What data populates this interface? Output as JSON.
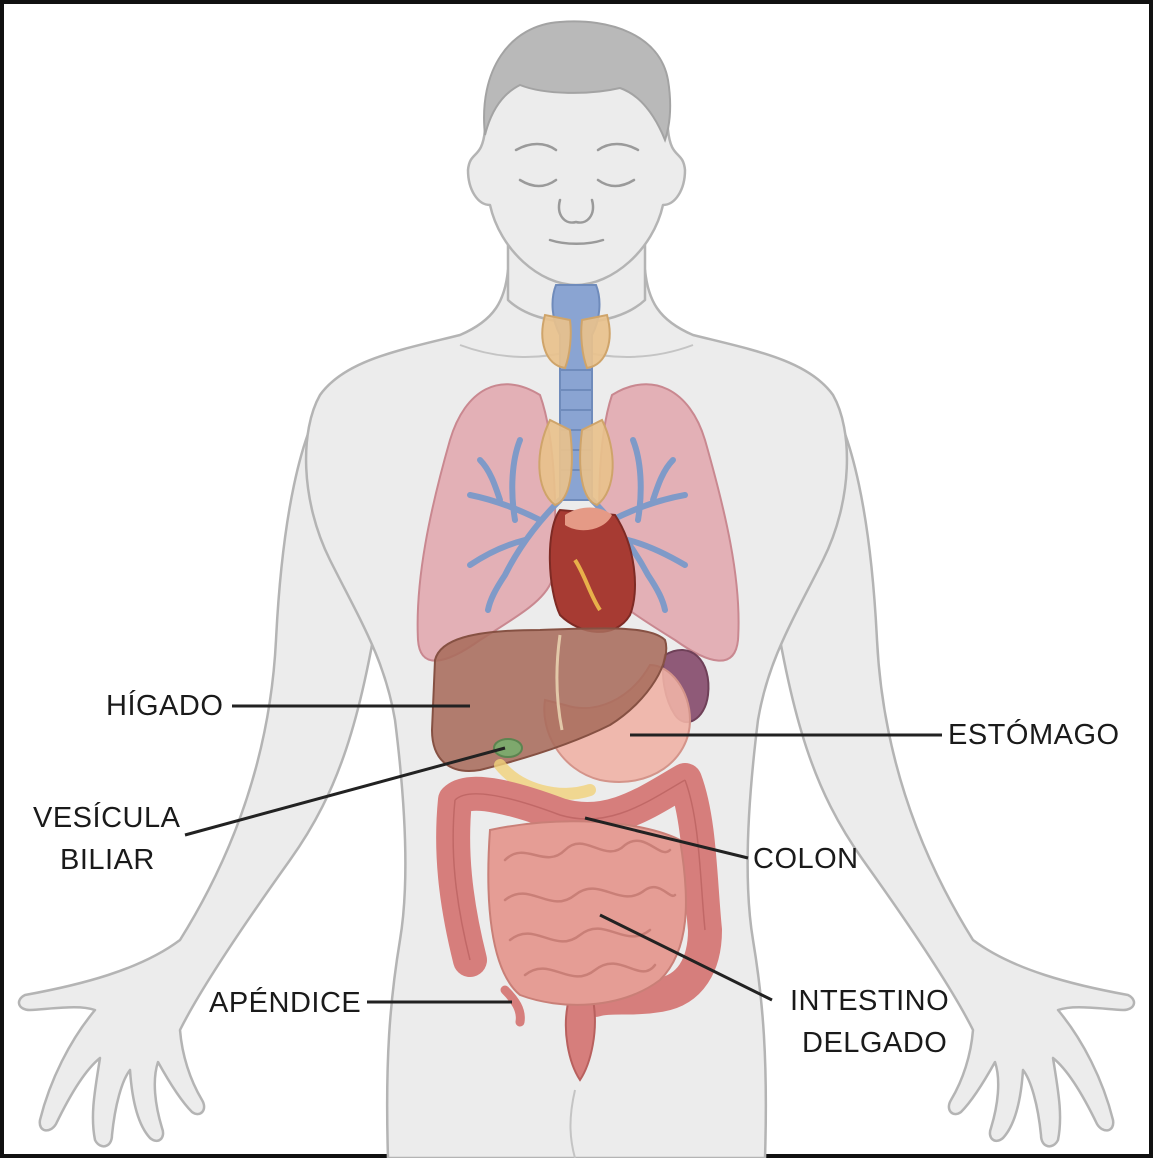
{
  "labels": {
    "liver": "HÍGADO",
    "gallbladder": [
      "VESÍCULA",
      "BILIAR"
    ],
    "appendix": "APÉNDICE",
    "stomach": "ESTÓMAGO",
    "colon": "COLON",
    "small_intestine": [
      "INTESTINO",
      "DELGADO"
    ]
  },
  "colors": {
    "skin": "#ececec",
    "outline": "#b4b4b4",
    "hair": "#b9b9b9",
    "lung": "#e2a6ad",
    "bronchi": "#7f9ac8",
    "trachea": "#8aa4d2",
    "thyroid": "#e8c18c",
    "heart": "#a73b33",
    "liver": "#a86c5c",
    "stomach": "#efb3a6",
    "colon": "#d67e7c",
    "small_intestine": "#e59d95",
    "gallbladder": "#7ea86d",
    "spleen": "#8f5a78",
    "leader_line": "#222222"
  }
}
